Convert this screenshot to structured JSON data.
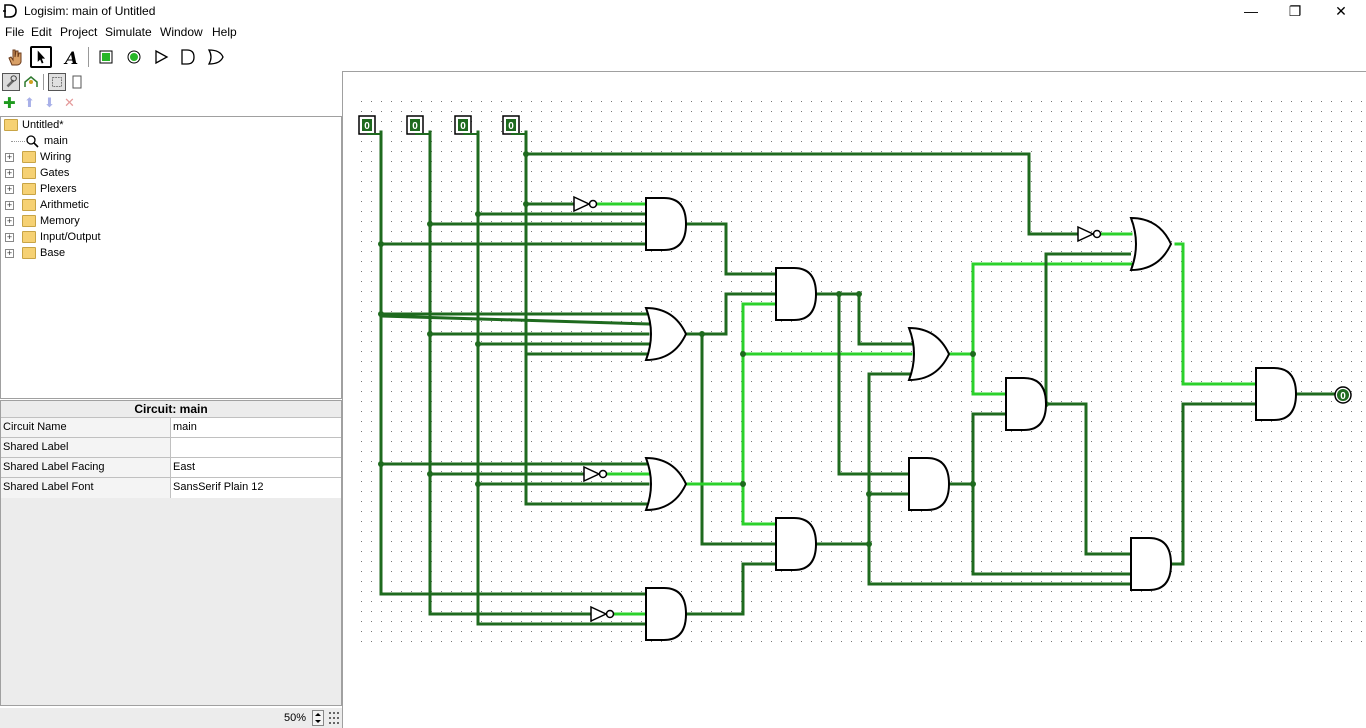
{
  "window": {
    "title": "Logisim: main of Untitled",
    "minimize_glyph": "—",
    "maximize_glyph": "❐",
    "close_glyph": "✕"
  },
  "menu": {
    "items": [
      "File",
      "Edit",
      "Project",
      "Simulate",
      "Window",
      "Help"
    ]
  },
  "toolbar": {
    "tools": [
      "poke-tool-icon",
      "select-tool-icon",
      "text-tool-icon",
      "input-pin-icon",
      "output-pin-icon",
      "not-gate-icon",
      "and-gate-icon",
      "or-gate-icon"
    ]
  },
  "explorer": {
    "add_glyph": "✚",
    "up_glyph": "⬆",
    "down_glyph": "⬇",
    "delete_glyph": "✕",
    "project_name": "Untitled*",
    "circuit_name": "main",
    "libraries": [
      "Wiring",
      "Gates",
      "Plexers",
      "Arithmetic",
      "Memory",
      "Input/Output",
      "Base"
    ],
    "expand_glyph": "+"
  },
  "attributes": {
    "title": "Circuit: main",
    "rows": [
      {
        "key": "Circuit Name",
        "value": "main"
      },
      {
        "key": "Shared Label",
        "value": ""
      },
      {
        "key": "Shared Label Facing",
        "value": "East"
      },
      {
        "key": "Shared Label Font",
        "value": "SansSerif Plain 12"
      }
    ]
  },
  "zoom": {
    "value": "50%"
  },
  "canvas": {
    "input_pins": [
      "0",
      "0",
      "0",
      "0"
    ],
    "output_pin": "0",
    "wire_dark": "#1e6a1e",
    "wire_light": "#2bd12b"
  }
}
